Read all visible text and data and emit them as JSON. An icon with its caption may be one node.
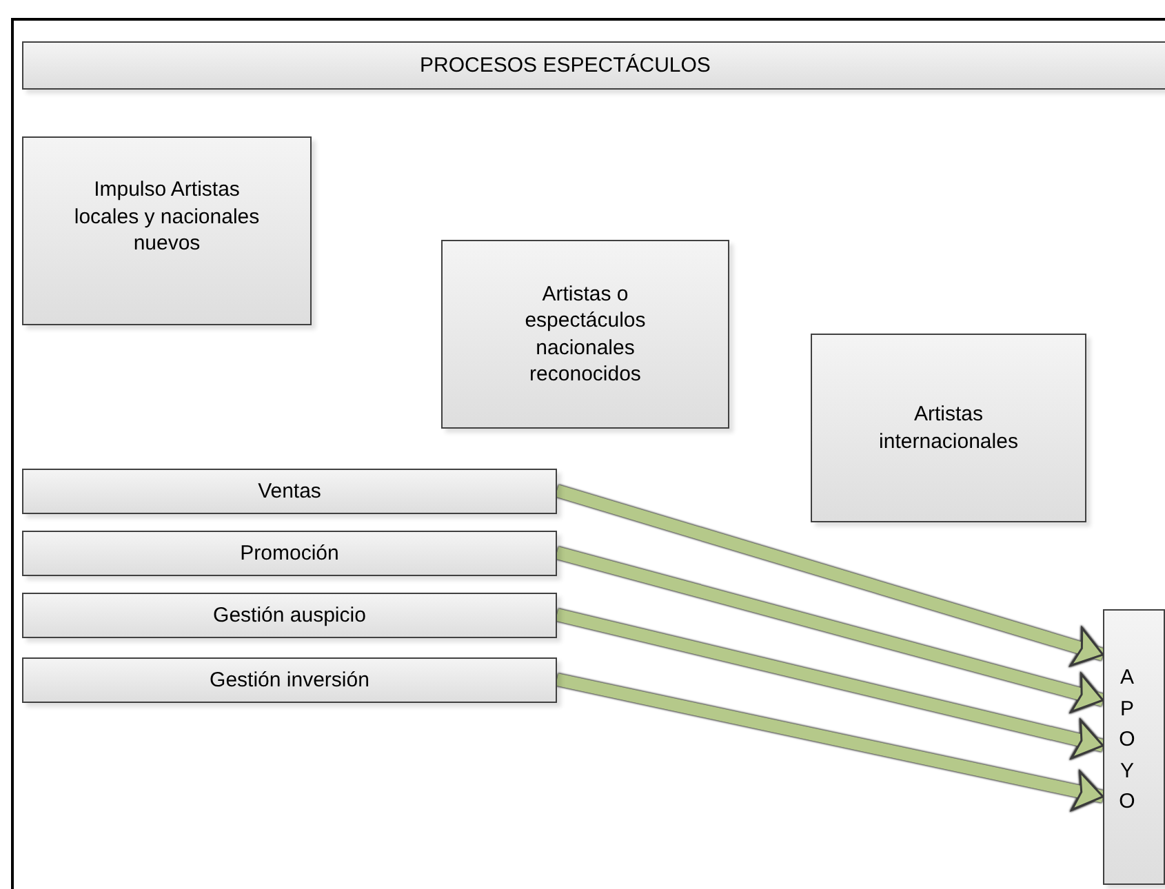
{
  "diagram": {
    "nodes": [
      {
        "text": [
          "PROCESOS ESPECTÁCULOS"
        ]
      },
      {
        "text": [
          "Impulso Artistas locales y nacionales nuevos"
        ]
      },
      {
        "text": [
          "Artistas o espectáculos nacionales reconocidos"
        ]
      },
      {
        "text": [
          "Artistas internacionales"
        ]
      },
      {
        "text": [
          "Ventas"
        ]
      },
      {
        "text": [
          "Promoción"
        ]
      },
      {
        "text": [
          "Gestión auspicio"
        ]
      },
      {
        "text": [
          "Gestión inversión"
        ]
      },
      {
        "text": [
          "APOYO"
        ]
      }
    ],
    "edges": [
      {
        "from": 4,
        "to": 8,
        "arrow": "to"
      },
      {
        "from": 5,
        "to": 8,
        "arrow": "to"
      },
      {
        "from": 6,
        "to": 8,
        "arrow": "to"
      },
      {
        "from": 7,
        "to": 8,
        "arrow": "to"
      }
    ]
  }
}
